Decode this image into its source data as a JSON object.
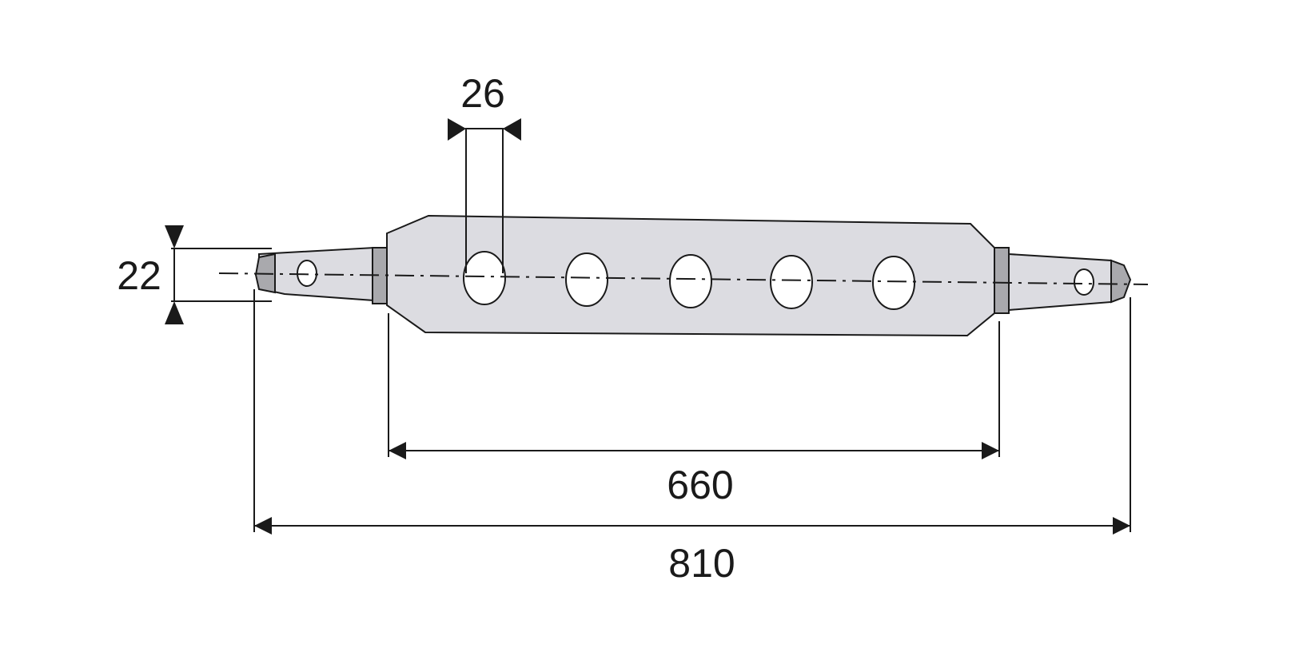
{
  "dimensions": {
    "hole_diameter": "26",
    "pin_diameter": "22",
    "body_length": "660",
    "overall_length": "810"
  },
  "colors": {
    "body_fill": "#dcdce1",
    "collar_fill": "#a9a9ad",
    "line": "#1a1a1a",
    "hole_fill": "#ffffff"
  }
}
